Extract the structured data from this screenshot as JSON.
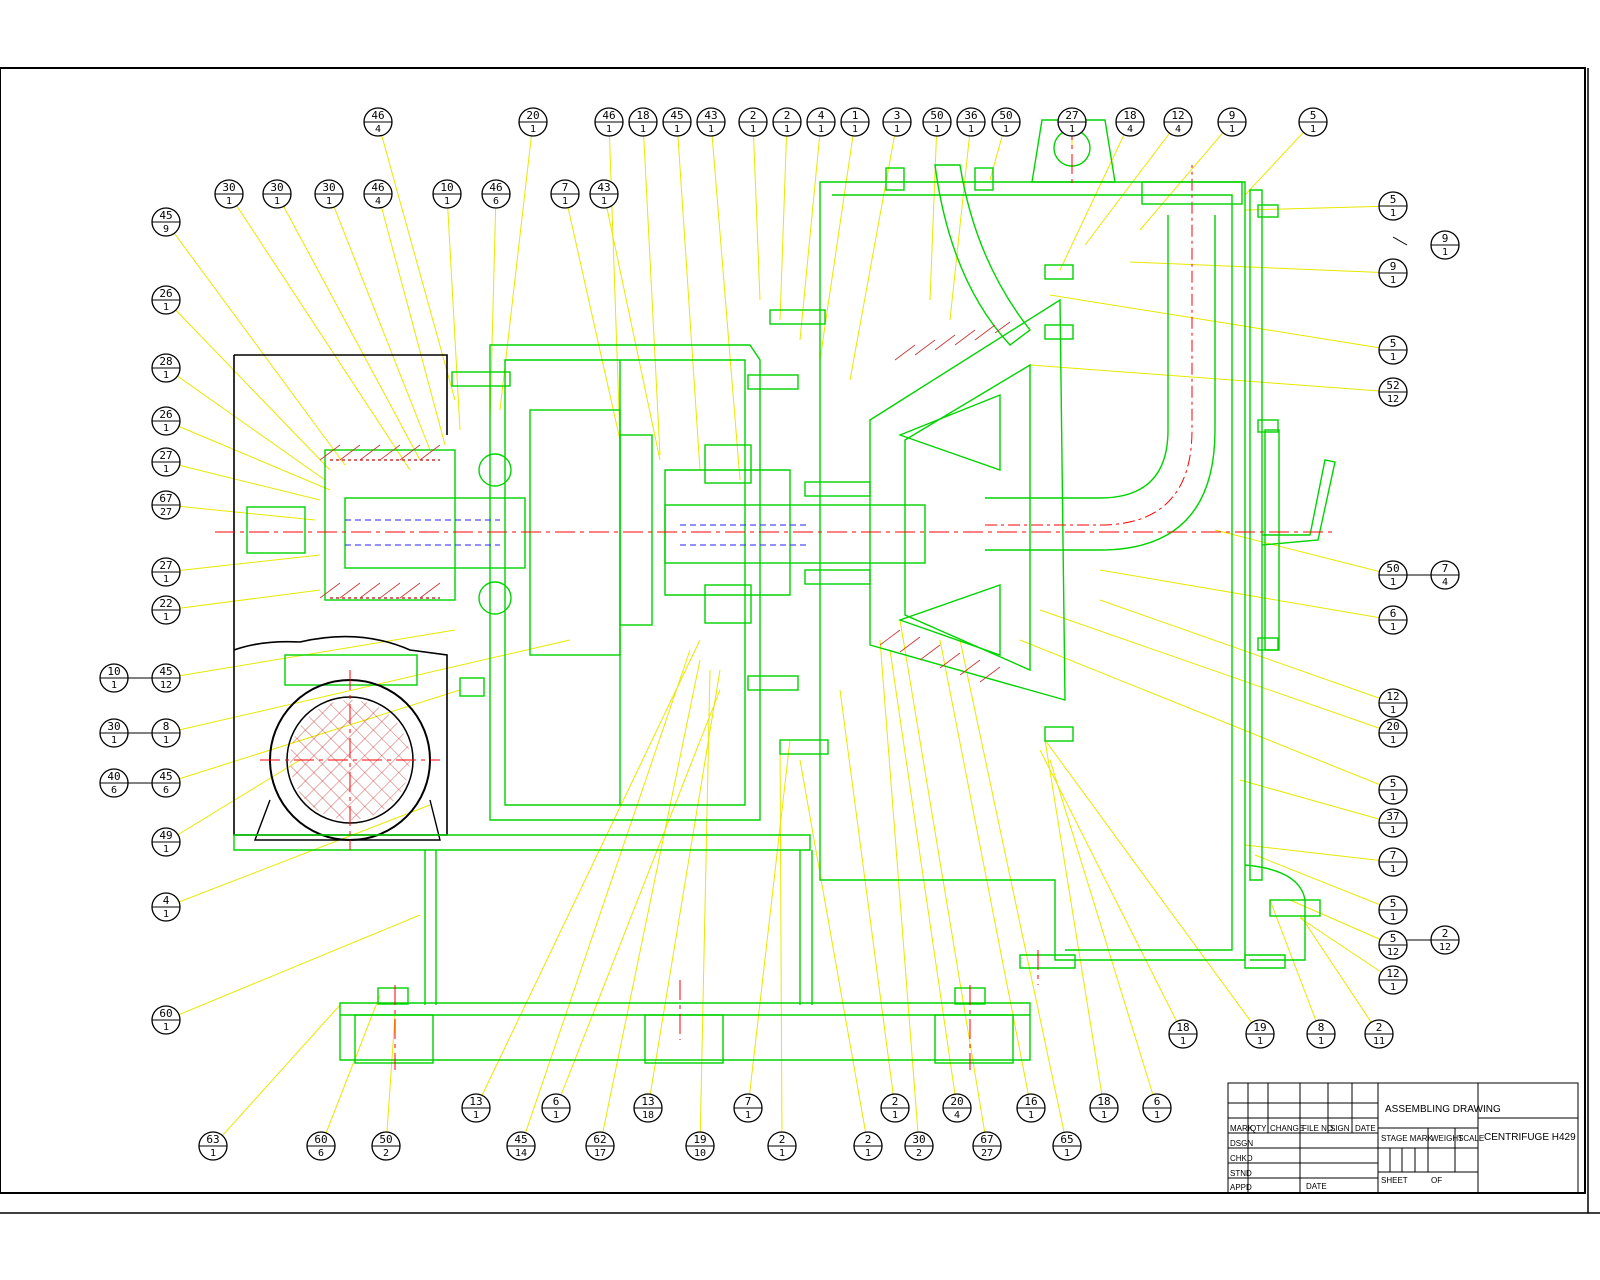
{
  "title_block": {
    "drawing_type": "ASSEMBLING DRAWING",
    "part_name": "CENTRIFUGE H429",
    "row_labels": [
      "DSGN",
      "CHKD",
      "STND",
      "APPD"
    ],
    "col_labels": [
      "MARK",
      "QTY",
      "CHANGE",
      "FILE NO.",
      "SIGN",
      "DATE"
    ],
    "stage_mark": "STAGE MARK",
    "weight": "WEIGHT",
    "scale": "SCALE",
    "sheet": "SHEET",
    "of": "OF",
    "sign_date": "DATE"
  },
  "colors": {
    "part_outline": "#00d400",
    "leader_lines": "#e8e800",
    "center_lines": "#ff0000",
    "hatching": "#cc3333",
    "hidden_lines": "#2222ff",
    "frame": "#000000"
  },
  "balloons": {
    "top_row_upper": [
      {
        "item": "46",
        "qty": "4"
      },
      {
        "item": "20",
        "qty": "1"
      },
      {
        "item": "46",
        "qty": "1"
      },
      {
        "item": "18",
        "qty": "1"
      },
      {
        "item": "45",
        "qty": "1"
      },
      {
        "item": "43",
        "qty": "1"
      },
      {
        "item": "2",
        "qty": "1"
      },
      {
        "item": "2",
        "qty": "1"
      },
      {
        "item": "4",
        "qty": "1"
      },
      {
        "item": "1",
        "qty": "1"
      },
      {
        "item": "3",
        "qty": "1"
      },
      {
        "item": "50",
        "qty": "1"
      },
      {
        "item": "36",
        "qty": "1"
      },
      {
        "item": "50",
        "qty": "1"
      },
      {
        "item": "27",
        "qty": "1"
      },
      {
        "item": "18",
        "qty": "4"
      },
      {
        "item": "12",
        "qty": "4"
      },
      {
        "item": "9",
        "qty": "1"
      },
      {
        "item": "5",
        "qty": "1"
      }
    ],
    "top_row_lower": [
      {
        "item": "30",
        "qty": "1"
      },
      {
        "item": "30",
        "qty": "1"
      },
      {
        "item": "30",
        "qty": "1"
      },
      {
        "item": "46",
        "qty": "4"
      },
      {
        "item": "10",
        "qty": "1"
      },
      {
        "item": "46",
        "qty": "6"
      },
      {
        "item": "7",
        "qty": "1"
      },
      {
        "item": "43",
        "qty": "1"
      }
    ],
    "left_column": [
      {
        "item": "45",
        "qty": "9"
      },
      {
        "item": "26",
        "qty": "1"
      },
      {
        "item": "28",
        "qty": "1"
      },
      {
        "item": "26",
        "qty": "1"
      },
      {
        "item": "27",
        "qty": "1"
      },
      {
        "item": "67",
        "qty": "27"
      },
      {
        "item": "27",
        "qty": "1"
      },
      {
        "item": "22",
        "qty": "1"
      },
      {
        "item": "45",
        "qty": "12"
      },
      {
        "item": "8",
        "qty": "1"
      },
      {
        "item": "45",
        "qty": "6"
      },
      {
        "item": "49",
        "qty": "1"
      },
      {
        "item": "4",
        "qty": "1"
      },
      {
        "item": "60",
        "qty": "1"
      }
    ],
    "left_outer": [
      {
        "item": "10",
        "qty": "1"
      },
      {
        "item": "30",
        "qty": "1"
      },
      {
        "item": "40",
        "qty": "6"
      }
    ],
    "right_column": [
      {
        "item": "5",
        "qty": "1"
      },
      {
        "item": "9",
        "qty": "1"
      },
      {
        "item": "5",
        "qty": "1"
      },
      {
        "item": "52",
        "qty": "12"
      },
      {
        "item": "50",
        "qty": "1"
      },
      {
        "item": "6",
        "qty": "1"
      },
      {
        "item": "12",
        "qty": "1"
      },
      {
        "item": "20",
        "qty": "1"
      },
      {
        "item": "5",
        "qty": "1"
      },
      {
        "item": "37",
        "qty": "1"
      },
      {
        "item": "7",
        "qty": "1"
      },
      {
        "item": "5",
        "qty": "1"
      },
      {
        "item": "5",
        "qty": "12"
      },
      {
        "item": "12",
        "qty": "1"
      }
    ],
    "right_outer": [
      {
        "item": "9",
        "qty": "1"
      },
      {
        "item": "7",
        "qty": "4"
      },
      {
        "item": "2",
        "qty": "12"
      }
    ],
    "bottom_row_upper": [
      {
        "item": "13",
        "qty": "1"
      },
      {
        "item": "6",
        "qty": "1"
      },
      {
        "item": "13",
        "qty": "18"
      },
      {
        "item": "7",
        "qty": "1"
      },
      {
        "item": "2",
        "qty": "1"
      },
      {
        "item": "20",
        "qty": "4"
      },
      {
        "item": "16",
        "qty": "1"
      },
      {
        "item": "18",
        "qty": "1"
      },
      {
        "item": "6",
        "qty": "1"
      }
    ],
    "bottom_row_lower": [
      {
        "item": "63",
        "qty": "1"
      },
      {
        "item": "60",
        "qty": "6"
      },
      {
        "item": "50",
        "qty": "2"
      },
      {
        "item": "45",
        "qty": "14"
      },
      {
        "item": "62",
        "qty": "17"
      },
      {
        "item": "19",
        "qty": "10"
      },
      {
        "item": "2",
        "qty": "1"
      },
      {
        "item": "2",
        "qty": "1"
      },
      {
        "item": "30",
        "qty": "2"
      },
      {
        "item": "67",
        "qty": "27"
      },
      {
        "item": "65",
        "qty": "1"
      }
    ],
    "bottom_right_row": [
      {
        "item": "18",
        "qty": "1"
      },
      {
        "item": "19",
        "qty": "1"
      },
      {
        "item": "8",
        "qty": "1"
      },
      {
        "item": "2",
        "qty": "11"
      }
    ]
  }
}
